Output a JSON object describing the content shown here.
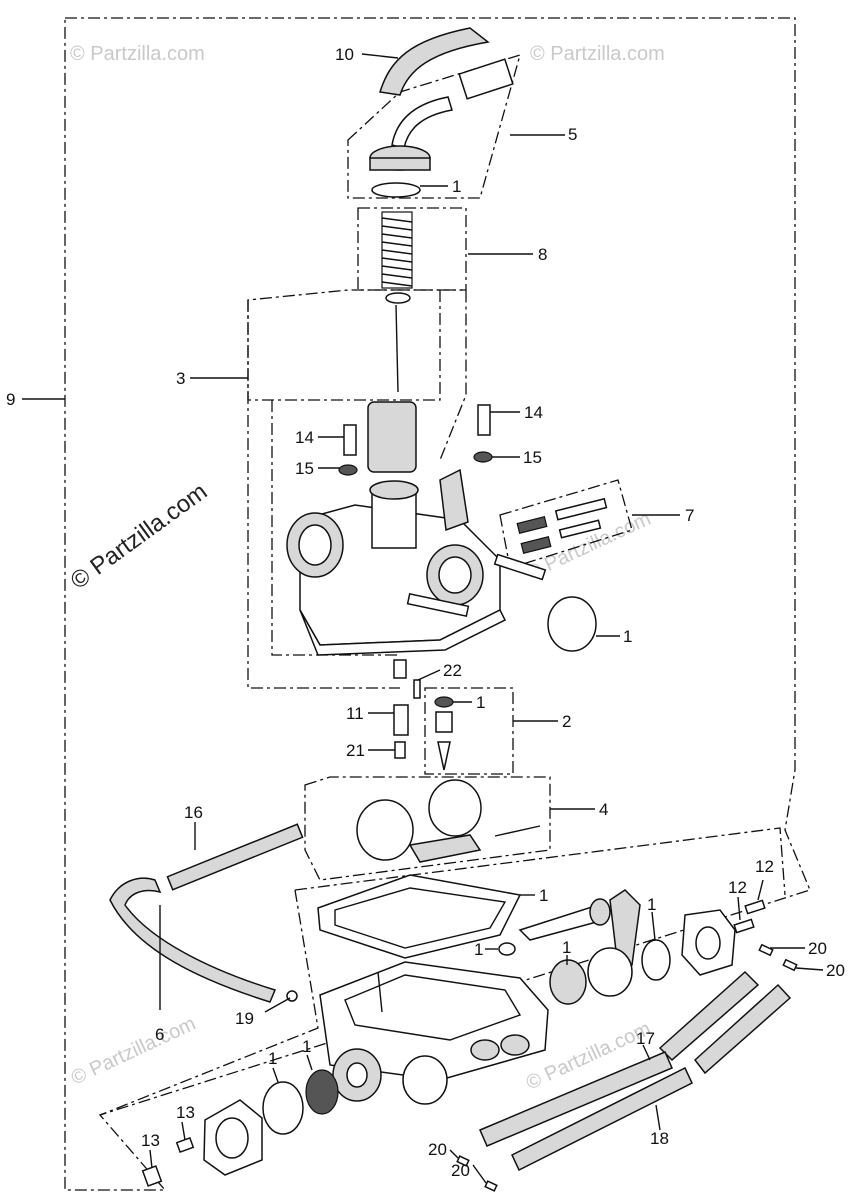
{
  "watermark": {
    "main": "© Partzilla.com",
    "faint": "© Partzilla.com"
  },
  "callouts": {
    "c1": "1",
    "c2": "2",
    "c3": "3",
    "c4": "4",
    "c5": "5",
    "c6": "6",
    "c7": "7",
    "c8": "8",
    "c9": "9",
    "c10": "10",
    "c11": "11",
    "c12": "12",
    "c13": "13",
    "c14": "14",
    "c15": "15",
    "c16": "16",
    "c17": "17",
    "c18": "18",
    "c19": "19",
    "c20": "20",
    "c21": "21",
    "c22": "22"
  }
}
